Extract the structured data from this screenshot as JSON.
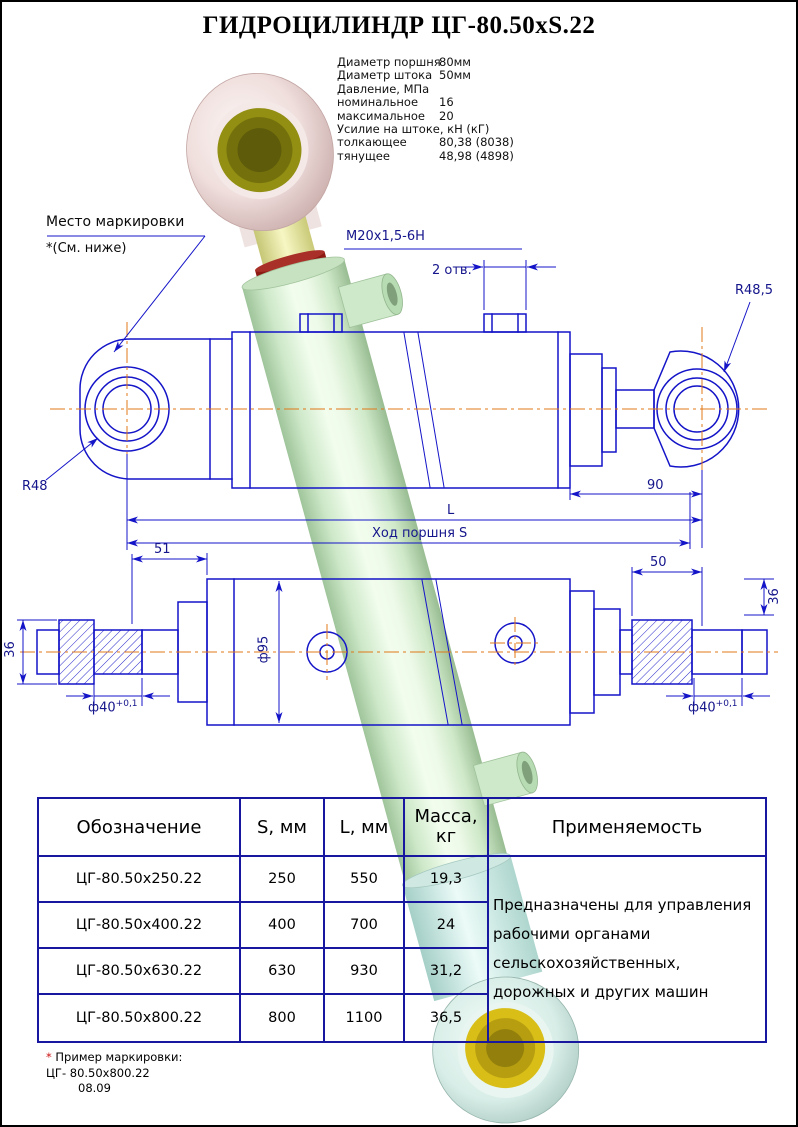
{
  "title": "ГИДРОЦИЛИНДР ЦГ-80.50хS.22",
  "specs": {
    "rows": [
      {
        "label": "Диаметр поршня",
        "value": "80мм"
      },
      {
        "label": "Диаметр штока",
        "value": "50мм"
      },
      {
        "label": "Давление, МПа",
        "value": ""
      },
      {
        "label": "номинальное",
        "value": "16"
      },
      {
        "label": "максимальное",
        "value": "20"
      },
      {
        "label": "Усилие на штоке, кН (кГ)",
        "value": ""
      },
      {
        "label": "толкающее",
        "value": "80,38 (8038)"
      },
      {
        "label": "тянущее",
        "value": "48,98 (4898)"
      }
    ]
  },
  "drawing": {
    "marking_note_line1": "Место маркировки",
    "marking_note_line2": "*(См. ниже)",
    "thread_spec": "M20х1,5-6Н",
    "holes_count": "2 отв.",
    "radius_right_eye": "R48,5",
    "radius_left_eye": "R48",
    "dim_90": "90",
    "dim_length": "L",
    "dim_stroke": "Ход поршня S",
    "dim_51": "51",
    "dim_50": "50",
    "dim_36": "36",
    "dia_95": "ф95",
    "dia_40": "ф40",
    "tol_40": "+0,1"
  },
  "table": {
    "headers": {
      "designation": "Обозначение",
      "s_mm": "S, мм",
      "l_mm": "L, мм",
      "mass_line1": "Масса,",
      "mass_line2": "кг",
      "application": "Применяемость"
    },
    "rows": [
      {
        "designation": "ЦГ-80.50х250.22",
        "s": "250",
        "l": "550",
        "mass": "19,3"
      },
      {
        "designation": "ЦГ-80.50х400.22",
        "s": "400",
        "l": "700",
        "mass": "24"
      },
      {
        "designation": "ЦГ-80.50х630.22",
        "s": "630",
        "l": "930",
        "mass": "31,2"
      },
      {
        "designation": "ЦГ-80.50х800.22",
        "s": "800",
        "l": "1100",
        "mass": "36,5"
      }
    ],
    "application_lines": [
      "Предназначены для  управления",
      "рабочими органами",
      "сельскохозяйственных,",
      "дорожных и других машин"
    ]
  },
  "footer": {
    "asterisk": "*",
    "note_label": " Пример маркировки:",
    "example": "ЦГ- 80.50х800.22",
    "date": "08.09"
  },
  "colors": {
    "drawing_line": "#1414c8",
    "centerline": "#e07818",
    "table_border": "#1717a0",
    "body_green": "#dff3da",
    "rod_yellow": "#efefa9",
    "eye_pink": "#f2e3e1",
    "bushing_olive": "#8f8c13",
    "bushing_yellow": "#d9be17",
    "accent_red": "#cc1111"
  }
}
